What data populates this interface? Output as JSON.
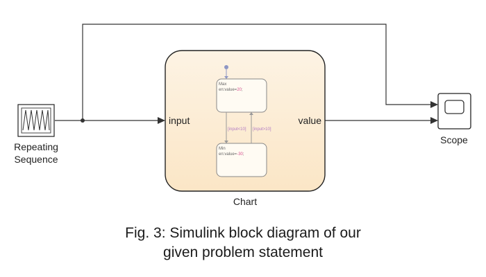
{
  "blocks": {
    "source": {
      "label_line1": "Repeating",
      "label_line2": "Sequence"
    },
    "chart": {
      "label": "Chart",
      "input_port": "input",
      "output_port": "value"
    },
    "scope": {
      "label": "Scope"
    }
  },
  "states": {
    "max": {
      "name": "Max",
      "action_prefix": "en:value=",
      "action_value": "20",
      "action_suffix": ";"
    },
    "min": {
      "name": "Min",
      "action_prefix": "en:value=",
      "action_value": "-30",
      "action_suffix": ";"
    }
  },
  "transitions": {
    "max_to_min": "[input<10]",
    "min_to_max": "[input>10]"
  },
  "colors": {
    "chart_fill_top": "#fdf3e4",
    "chart_fill_bottom": "#fbe6c6",
    "state_fill": "#fffbf3",
    "state_value": "#d94f8f",
    "transition_label": "#b17ac4",
    "wire": "#333333",
    "default_dot": "#8e96c4"
  },
  "caption": {
    "line1": "Fig. 3: Simulink block diagram of our",
    "line2": "given problem statement"
  }
}
